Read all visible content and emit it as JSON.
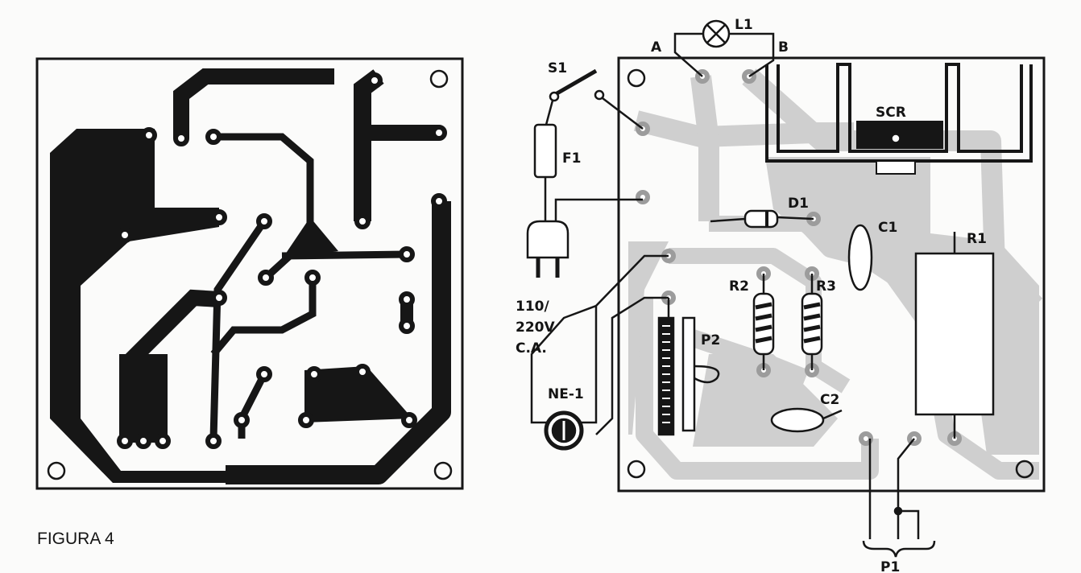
{
  "figure": {
    "caption": "FIGURA 4"
  },
  "labels": {
    "lamp": "L1",
    "point_a": "A",
    "point_b": "B",
    "switch": "S1",
    "fuse": "F1",
    "scr": "SCR",
    "diode": "D1",
    "cap1": "C1",
    "res1": "R1",
    "res2": "R2",
    "res3": "R3",
    "pot2": "P2",
    "neon": "NE-1",
    "cap2": "C2",
    "pot1": "P1",
    "mains_line1": "110/",
    "mains_line2": "220V",
    "mains_line3": "C.A."
  },
  "colors": {
    "copper": "#161616",
    "board_outline": "#161616",
    "shaded_track": "#cfcfcf",
    "paper": "#fbfbfa"
  }
}
